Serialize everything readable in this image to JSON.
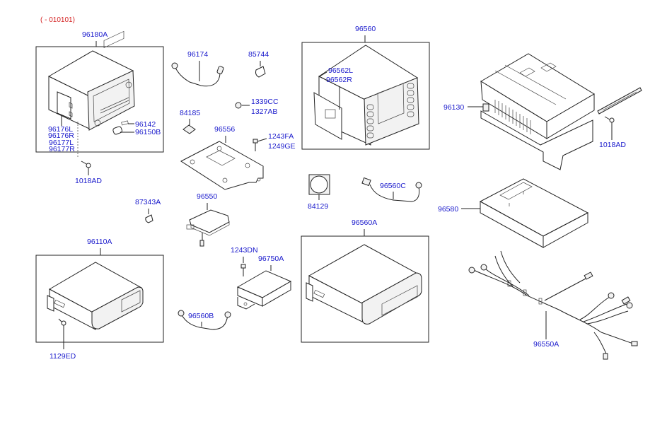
{
  "diagram": {
    "type": "exploded-parts-diagram",
    "applicability_note": "( - 010101)",
    "colors": {
      "label": "#1a1acc",
      "note": "#d42020",
      "line": "#222222"
    }
  },
  "groups": {
    "audio_head_unit": {
      "part_no": "96180A",
      "sub_parts": {
        "bracket_labels": [
          "96176L",
          "96176R",
          "96177L",
          "96177R"
        ],
        "knob_insert": "96142",
        "knob": "96150B",
        "screw": "1018AD"
      }
    },
    "display_unit": {
      "part_no": "96560",
      "sub_parts": {
        "bracket_labels": [
          "96562L",
          "96562R"
        ]
      }
    },
    "cd_changer": {
      "part_no": "96110A",
      "sub_parts": {
        "screw": "1129ED"
      }
    },
    "navigation_unit": {
      "part_no": "96560A"
    },
    "amplifier": {
      "part_no": "96130",
      "sub_parts": {
        "screw": "1018AD"
      }
    }
  },
  "loose_parts": {
    "cable_1": "96174",
    "clip_1": "85744",
    "nut_labels": [
      "1339CC",
      "1327AB"
    ],
    "label_pad": "84185",
    "mounting_plate": "96556",
    "bolt_labels": [
      "1243FA",
      "1249GE"
    ],
    "clip_2": "87343A",
    "gps_antenna": "96550",
    "bolt_2": "1243DN",
    "module": "96750A",
    "cable_2": "96560B",
    "disc_label": "84129",
    "cable_3": "96560C",
    "amp_cover": "96580",
    "harness": "96550A"
  }
}
